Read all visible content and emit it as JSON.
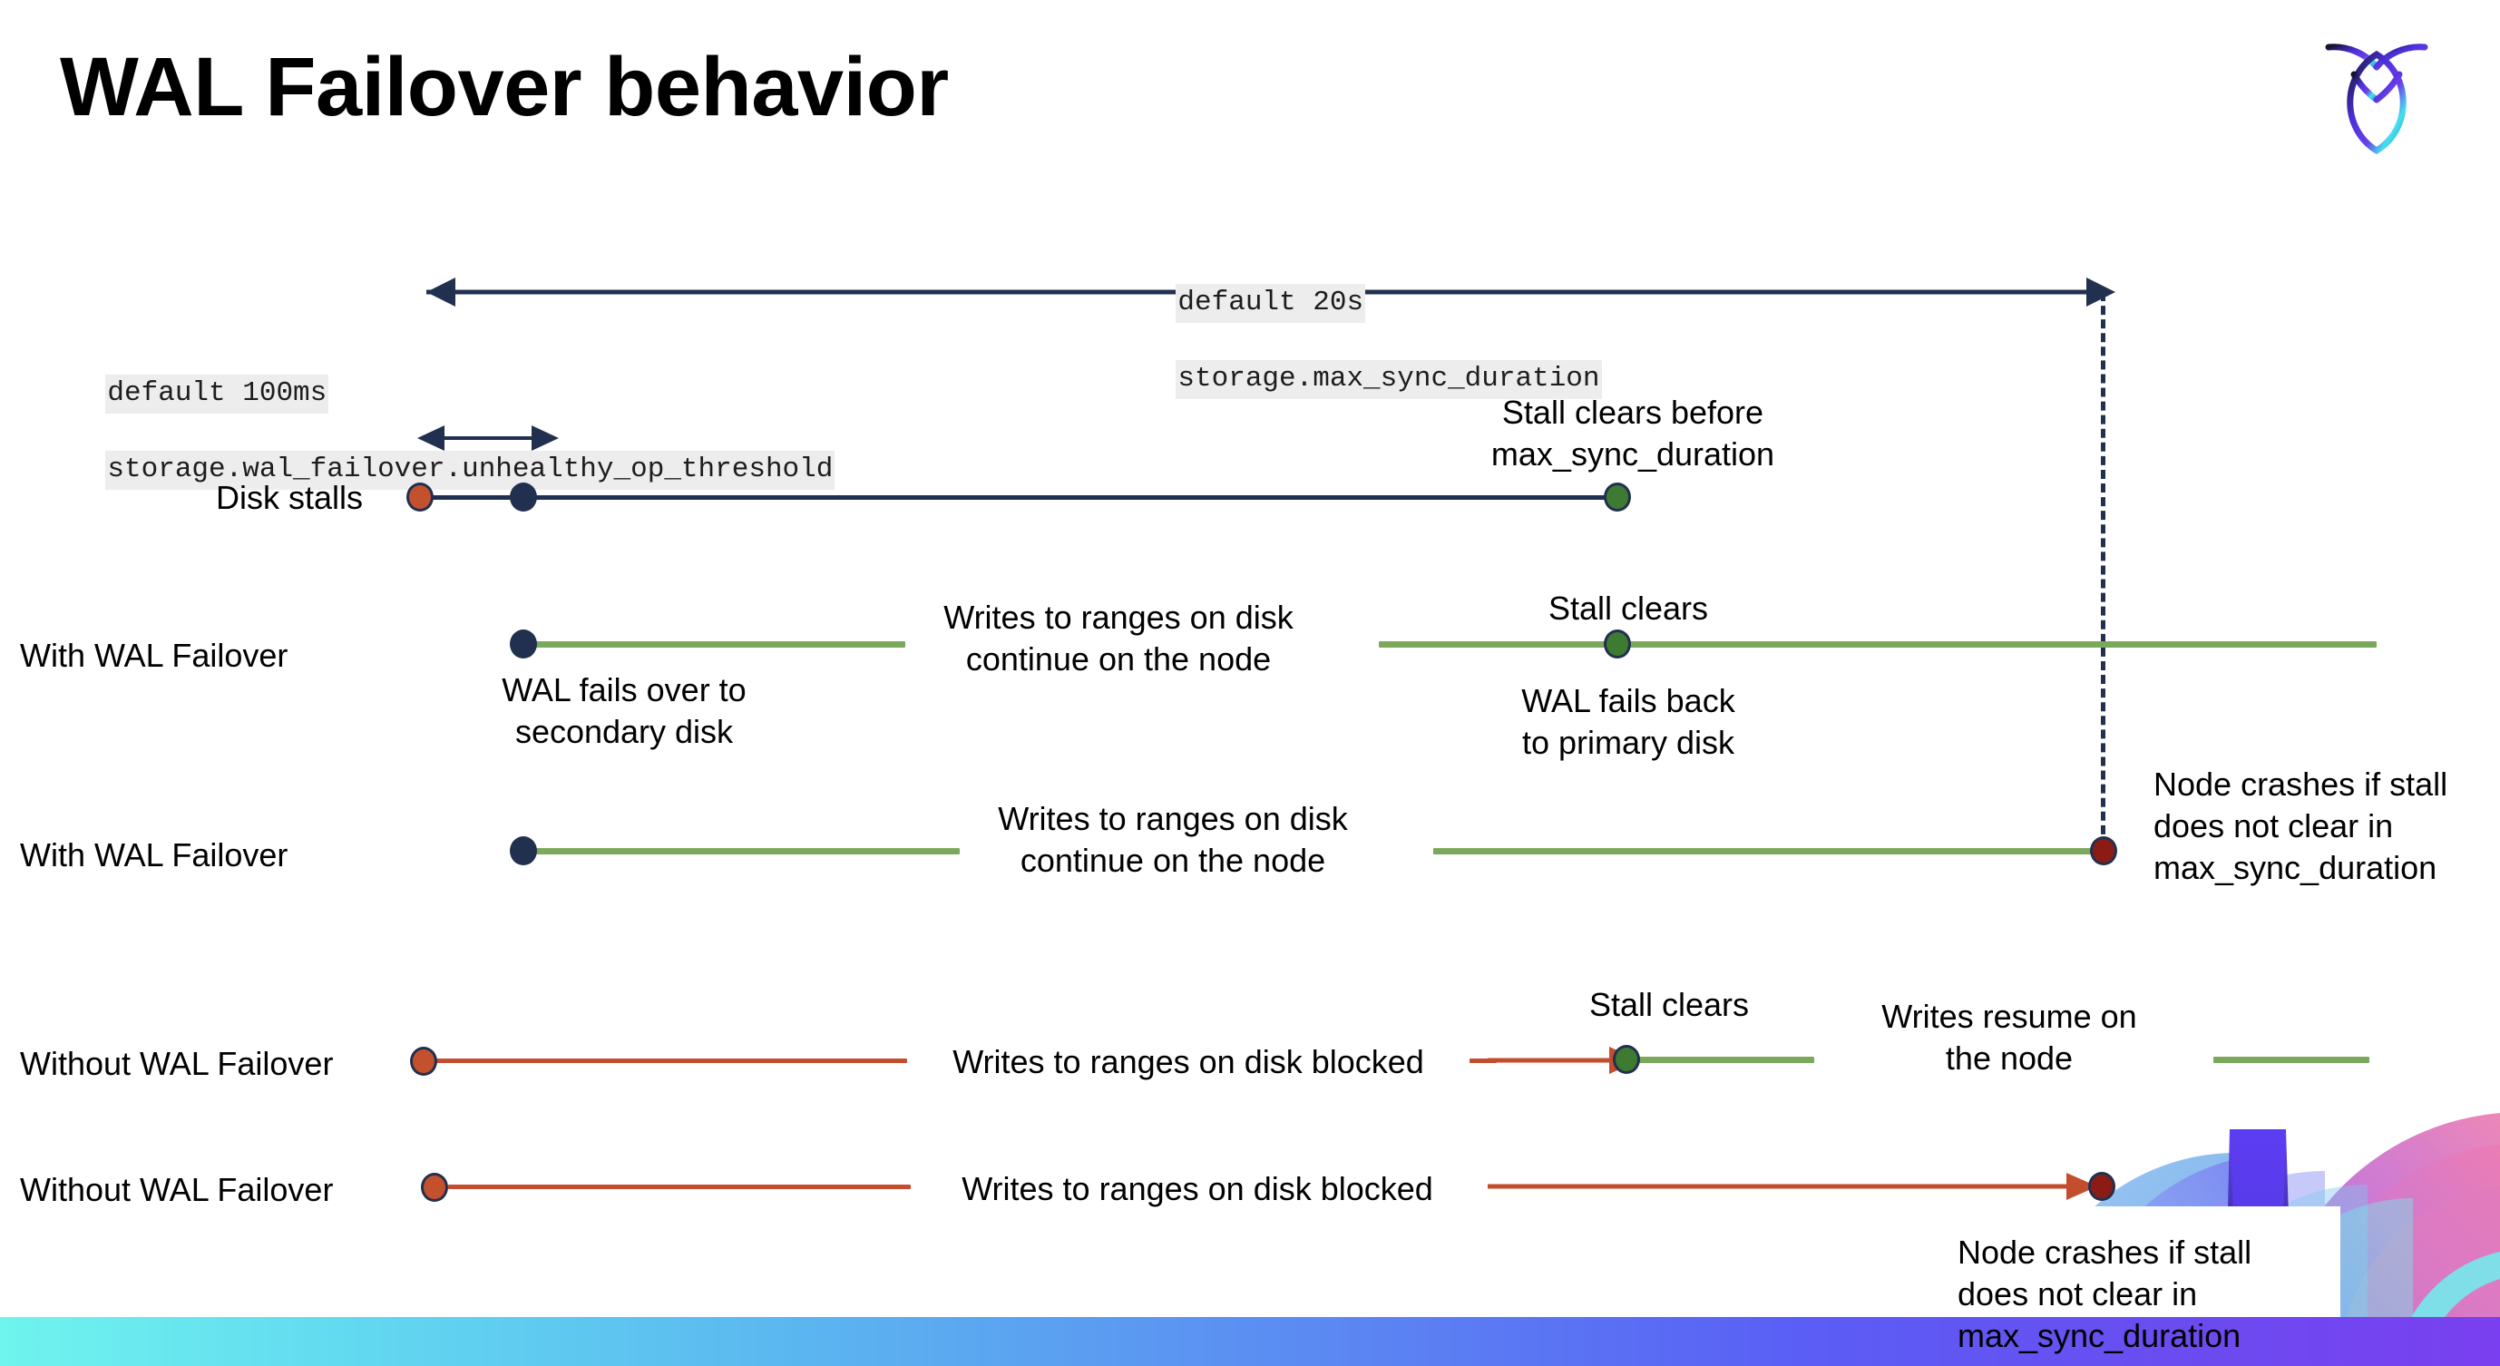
{
  "slide": {
    "title": "WAL Failover behavior",
    "logo_name": "cockroachdb-logo"
  },
  "annotations": {
    "max_sync": {
      "line1": "default 20s",
      "line2": "storage.max_sync_duration"
    },
    "unhealthy_threshold": {
      "line1": "default 100ms",
      "line2": "storage.wal_failover.unhealthy_op_threshold"
    }
  },
  "rows": [
    {
      "id": "disk-stalls",
      "label": "Disk stalls",
      "notes": [
        "Stall clears before\nmax_sync_duration"
      ]
    },
    {
      "id": "with-wal-failover-1",
      "label": "With WAL Failover",
      "notes": [
        "WAL fails over to\nsecondary disk",
        "Writes to ranges on disk\ncontinue on the node",
        "Stall clears",
        "WAL fails  back\nto primary disk"
      ]
    },
    {
      "id": "with-wal-failover-2",
      "label": "With WAL Failover",
      "notes": [
        "Writes to ranges on disk\ncontinue on the node",
        "Node crashes if stall\ndoes not clear in\nmax_sync_duration"
      ]
    },
    {
      "id": "without-wal-failover-1",
      "label": "Without WAL Failover",
      "notes": [
        "Writes to ranges on disk  blocked",
        "Stall clears",
        "Writes resume on\nthe node"
      ]
    },
    {
      "id": "without-wal-failover-2",
      "label": "Without WAL Failover",
      "notes": [
        "Writes to ranges on disk  blocked",
        "Node crashes if stall\ndoes not clear in\nmax_sync_duration"
      ]
    }
  ],
  "colors": {
    "navy": "#22304f",
    "green_line": "#7aa95c",
    "green_dot": "#3f7a33",
    "red_line": "#c24e2d",
    "orange_dot": "#c4512e",
    "dark_red_dot": "#8c1b15",
    "code_highlight": "#ededed"
  }
}
